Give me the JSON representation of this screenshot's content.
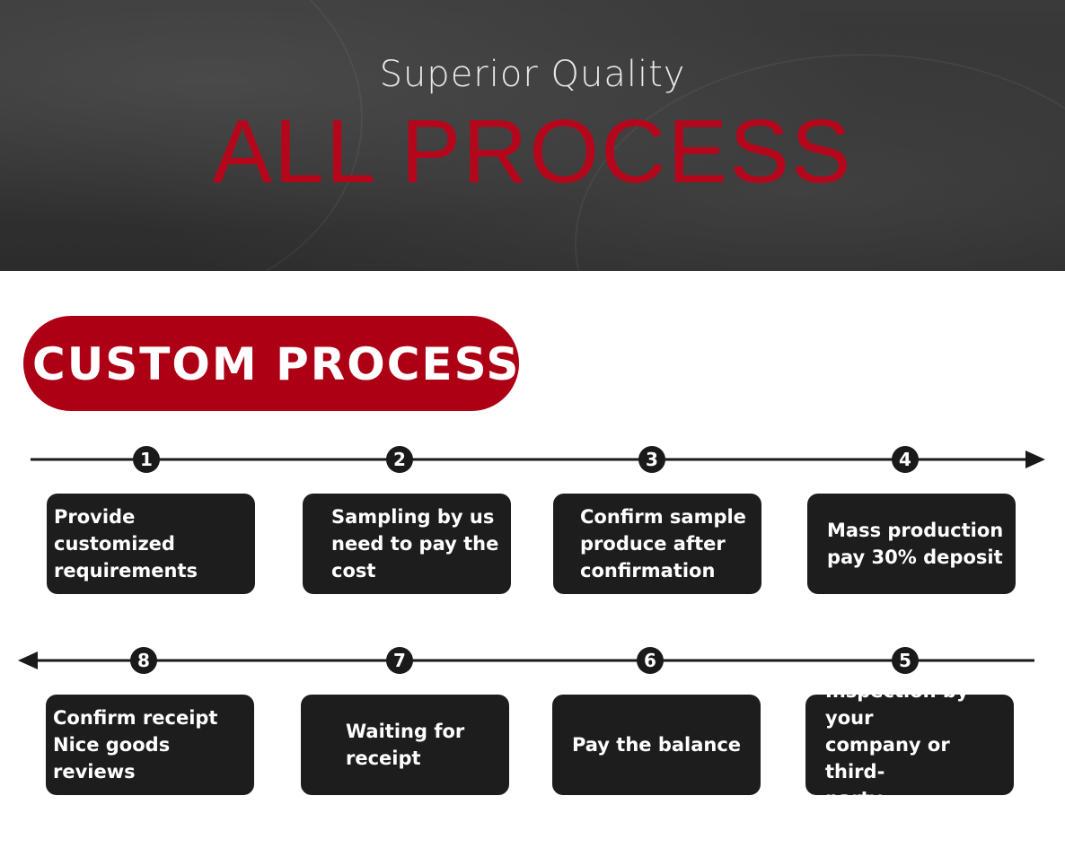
{
  "hero": {
    "subtitle": "Superior Quality",
    "title": "ALL PROCESS"
  },
  "section": {
    "label": "CUSTOM PROCESS:"
  },
  "steps": [
    {
      "num": "1",
      "text": "Provide customized\nrequirements"
    },
    {
      "num": "2",
      "text": "Sampling by us\nneed to pay the\ncost"
    },
    {
      "num": "3",
      "text": "Confirm sample\nproduce after\nconfirmation"
    },
    {
      "num": "4",
      "text": "Mass production\npay 30% deposit"
    },
    {
      "num": "5",
      "text": "Inspection by your\ncompany or third-\nparty"
    },
    {
      "num": "6",
      "text": "Pay the balance"
    },
    {
      "num": "7",
      "text": "Waiting for\nreceipt"
    },
    {
      "num": "8",
      "text": "Confirm receipt\nNice goods reviews"
    }
  ],
  "colors": {
    "accent": "#ad0015",
    "card": "#1d1d1d",
    "hero_bg": "#333333"
  }
}
